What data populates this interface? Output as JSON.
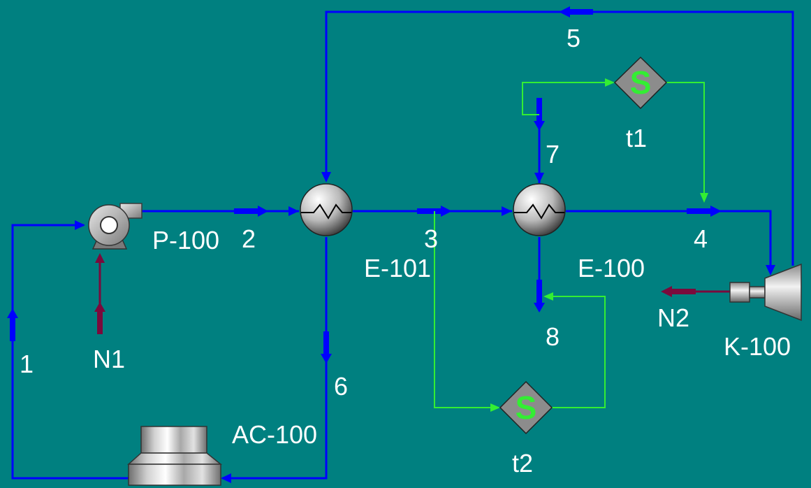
{
  "colors": {
    "background": "#008080",
    "material_stream": "#0000ff",
    "energy_stream": "#7a0a3c",
    "logical_stream": "#33ee33",
    "spreadsheet_glyph": "#33ee33",
    "label": "#ffffff"
  },
  "streams": {
    "s1": "1",
    "s2": "2",
    "s3": "3",
    "s4": "4",
    "s5": "5",
    "s6": "6",
    "s7": "7",
    "s8": "8"
  },
  "energy": {
    "n1": "N1",
    "n2": "N2"
  },
  "units": {
    "pump": "P-100",
    "hx1": "E-101",
    "hx2": "E-100",
    "compressor": "K-100",
    "cooler": "AC-100"
  },
  "tables": {
    "t1": "t1",
    "t2": "t2",
    "glyph": "S"
  },
  "icons": {
    "pump": "pump-icon",
    "heat_exchanger": "heat-exchanger-icon",
    "compressor": "compressor-icon",
    "air_cooler": "air-cooler-icon",
    "spreadsheet": "spreadsheet-icon"
  }
}
